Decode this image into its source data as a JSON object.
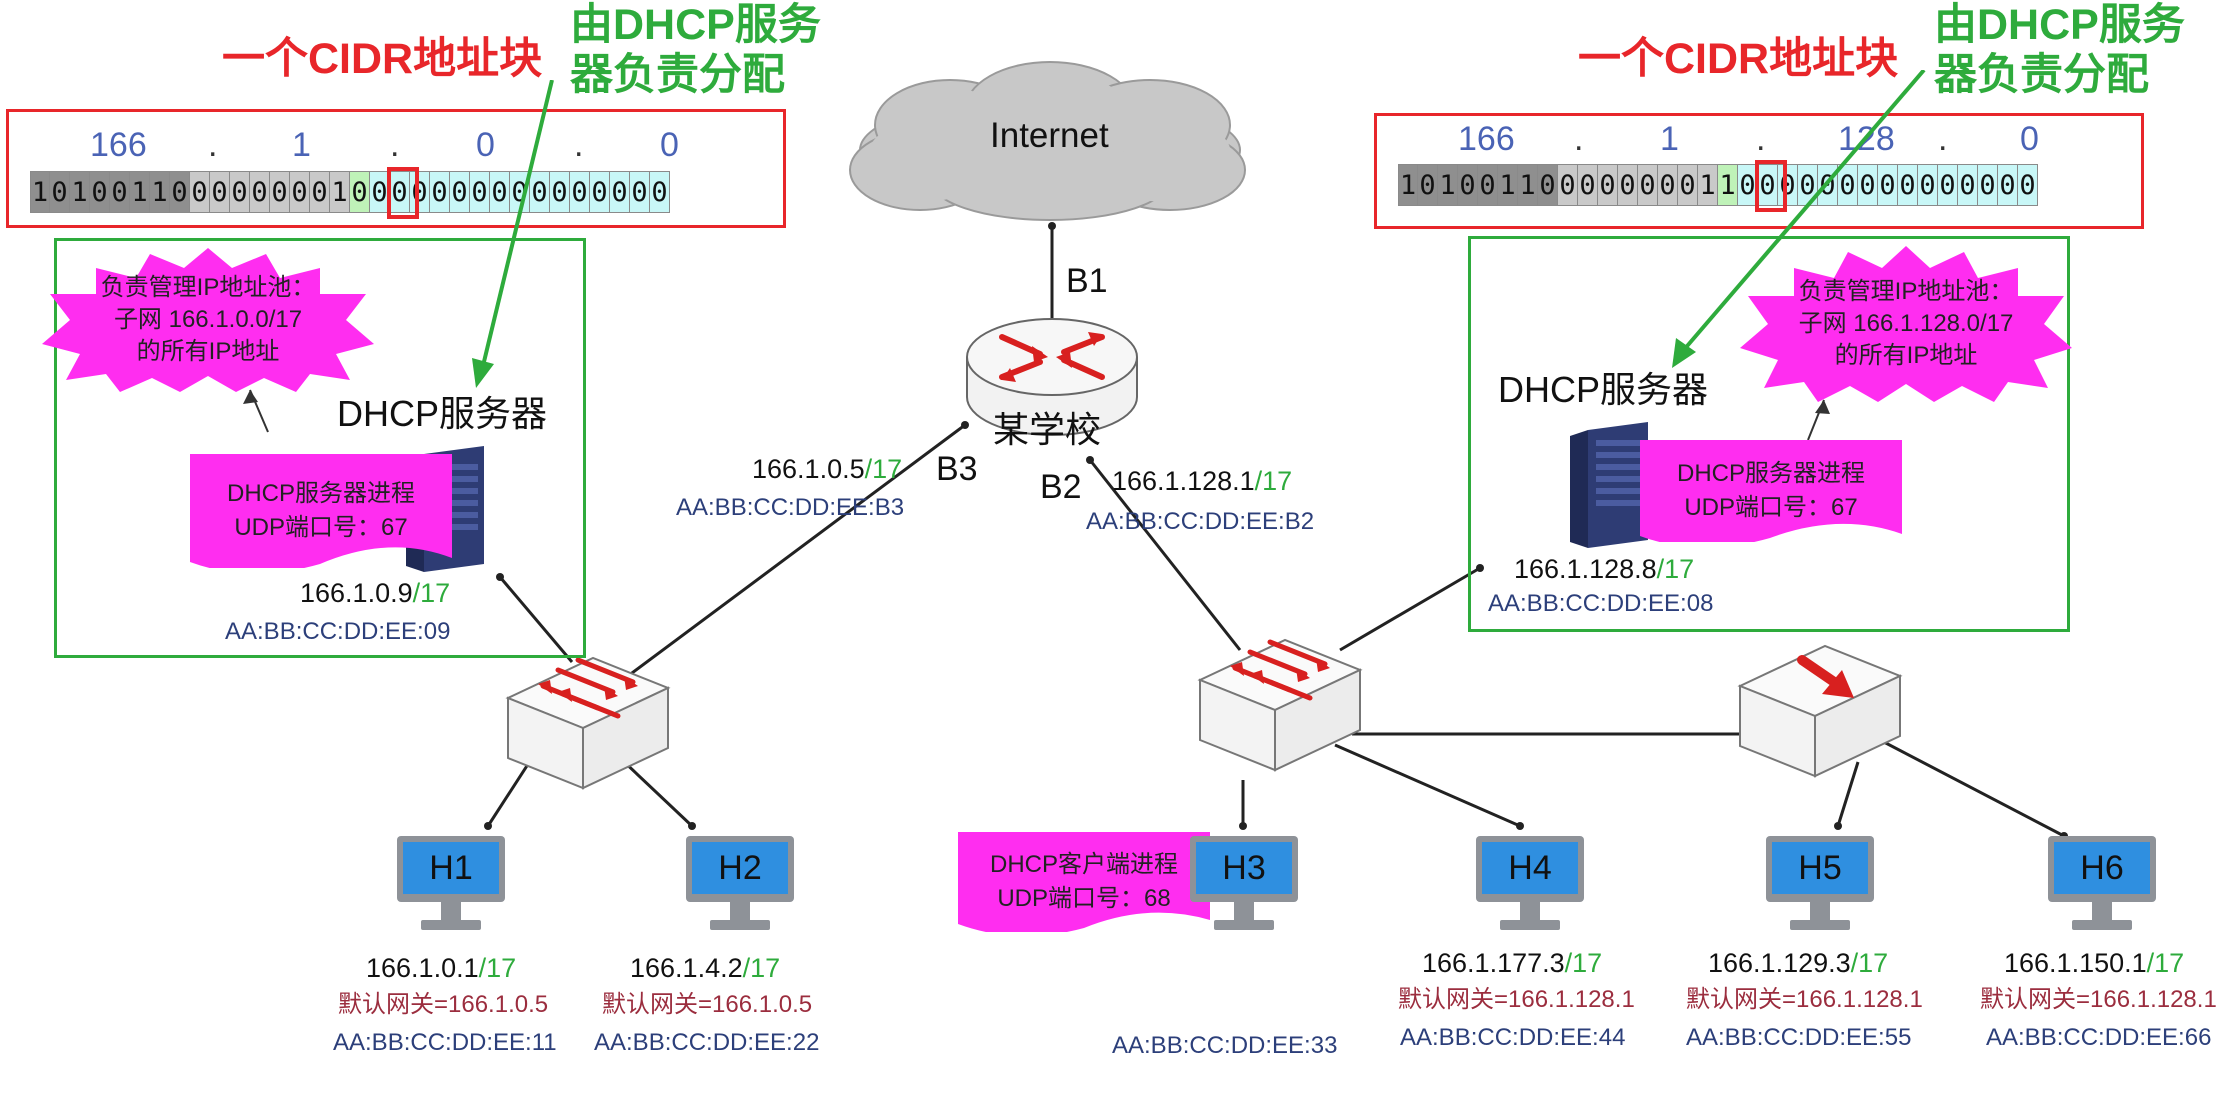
{
  "colors": {
    "red": "#e8262a",
    "green": "#2eab3c",
    "magenta": "#ff2df0",
    "blue_text": "#4a63b5",
    "host_screen": "#2f8fe0",
    "cloud": "#c8c8c8"
  },
  "left_block": {
    "cidr_label": "一个CIDR地址块",
    "dhcp_assign_label_line1": "由DHCP服务",
    "dhcp_assign_label_line2": "器负责分配",
    "octets": [
      "166",
      "1",
      "0",
      "0"
    ],
    "dots": [
      ".",
      ".",
      "."
    ],
    "bits": "10100110000000010000000000000000",
    "highlight_bit_index": 16,
    "pool_line1": "负责管理IP地址池：",
    "pool_line2": "子网 166.1.0.0/17",
    "pool_line3": "的所有IP地址",
    "server_title": "DHCP服务器",
    "process_line1": "DHCP服务器进程",
    "process_line2": "UDP端口号：67",
    "server_ip": "166.1.0.9",
    "server_prefix": "/17",
    "server_mac": "AA:BB:CC:DD:EE:09"
  },
  "right_block": {
    "cidr_label": "一个CIDR地址块",
    "dhcp_assign_label_line1": "由DHCP服务",
    "dhcp_assign_label_line2": "器负责分配",
    "octets": [
      "166",
      "1",
      "128",
      "0"
    ],
    "dots": [
      ".",
      ".",
      "."
    ],
    "bits": "10100110000000011000000000000000",
    "highlight_bit_index": 16,
    "pool_line1": "负责管理IP地址池：",
    "pool_line2": "子网 166.1.128.0/17",
    "pool_line3": "的所有IP地址",
    "server_title": "DHCP服务器",
    "process_line1": "DHCP服务器进程",
    "process_line2": "UDP端口号：67",
    "server_ip": "166.1.128.8",
    "server_prefix": "/17",
    "server_mac": "AA:BB:CC:DD:EE:08"
  },
  "internet_label": "Internet",
  "router": {
    "name": "某学校",
    "b1": "B1",
    "b2": "B2",
    "b3": "B3",
    "b3_ip": "166.1.0.5",
    "b3_prefix": "/17",
    "b3_mac": "AA:BB:CC:DD:EE:B3",
    "b2_ip": "166.1.128.1",
    "b2_prefix": "/17",
    "b2_mac": "AA:BB:CC:DD:EE:B2"
  },
  "client_process": {
    "line1": "DHCP客户端进程",
    "line2": "UDP端口号：68"
  },
  "hosts": [
    {
      "name": "H1",
      "ip": "166.1.0.1",
      "prefix": "/17",
      "gateway": "默认网关=166.1.0.5",
      "mac": "AA:BB:CC:DD:EE:11"
    },
    {
      "name": "H2",
      "ip": "166.1.4.2",
      "prefix": "/17",
      "gateway": "默认网关=166.1.0.5",
      "mac": "AA:BB:CC:DD:EE:22"
    },
    {
      "name": "H3",
      "ip": "",
      "prefix": "",
      "gateway": "",
      "mac": "AA:BB:CC:DD:EE:33"
    },
    {
      "name": "H4",
      "ip": "166.1.177.3",
      "prefix": "/17",
      "gateway": "默认网关=166.1.128.1",
      "mac": "AA:BB:CC:DD:EE:44"
    },
    {
      "name": "H5",
      "ip": "166.1.129.3",
      "prefix": "/17",
      "gateway": "默认网关=166.1.128.1",
      "mac": "AA:BB:CC:DD:EE:55"
    },
    {
      "name": "H6",
      "ip": "166.1.150.1",
      "prefix": "/17",
      "gateway": "默认网关=166.1.128.1",
      "mac": "AA:BB:CC:DD:EE:66"
    }
  ]
}
